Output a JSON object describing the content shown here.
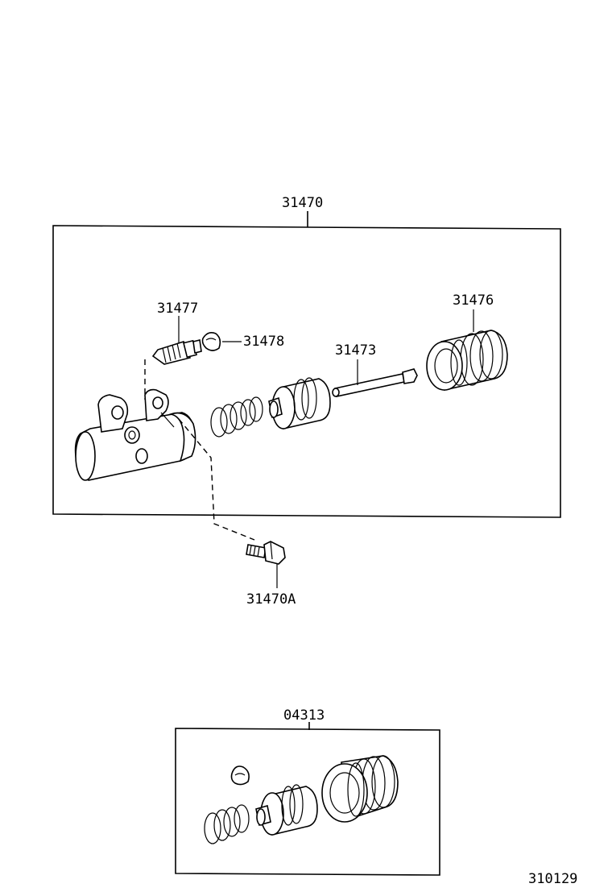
{
  "diagram": {
    "assembly_label": "31470",
    "kit_label": "04313",
    "page_code": "310129",
    "parts": {
      "bleeder_plug": "31477",
      "bleeder_cap": "31478",
      "push_rod": "31473",
      "boot": "31476",
      "bolt": "31470A"
    }
  }
}
